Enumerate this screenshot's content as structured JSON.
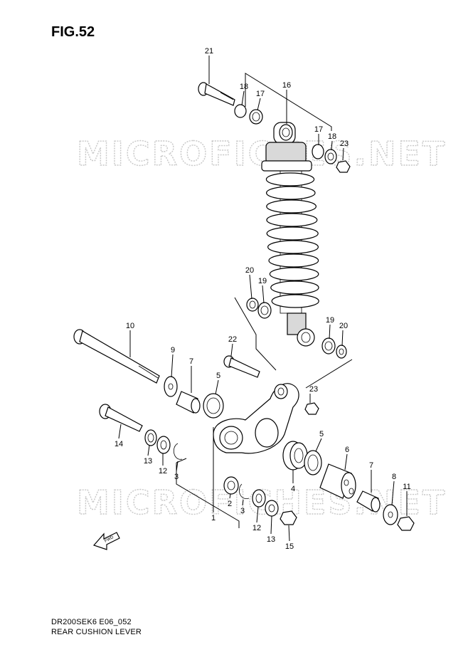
{
  "figure": {
    "title": "FIG.52",
    "drawing_code": "DR200SEK6 E06_052",
    "drawing_name": "REAR CUSHION LEVER",
    "watermark": "MICROFICHES.NET",
    "fwd_label": "FWD"
  },
  "callouts": {
    "p21": "21",
    "p18a": "18",
    "p17a": "17",
    "p16": "16",
    "p17b": "17",
    "p18b": "18",
    "p23a": "23",
    "p20a": "20",
    "p19a": "19",
    "p19b": "19",
    "p20b": "20",
    "p10": "10",
    "p9": "9",
    "p7a": "7",
    "p22": "22",
    "p5a": "5",
    "p23b": "23",
    "p14": "14",
    "p13a": "13",
    "p12a": "12",
    "p3a": "3",
    "p5b": "5",
    "p6": "6",
    "p4": "4",
    "p7b": "7",
    "p8": "8",
    "p11": "11",
    "p2": "2",
    "p3b": "3",
    "p1": "1",
    "p12b": "12",
    "p13b": "13",
    "p15": "15"
  }
}
